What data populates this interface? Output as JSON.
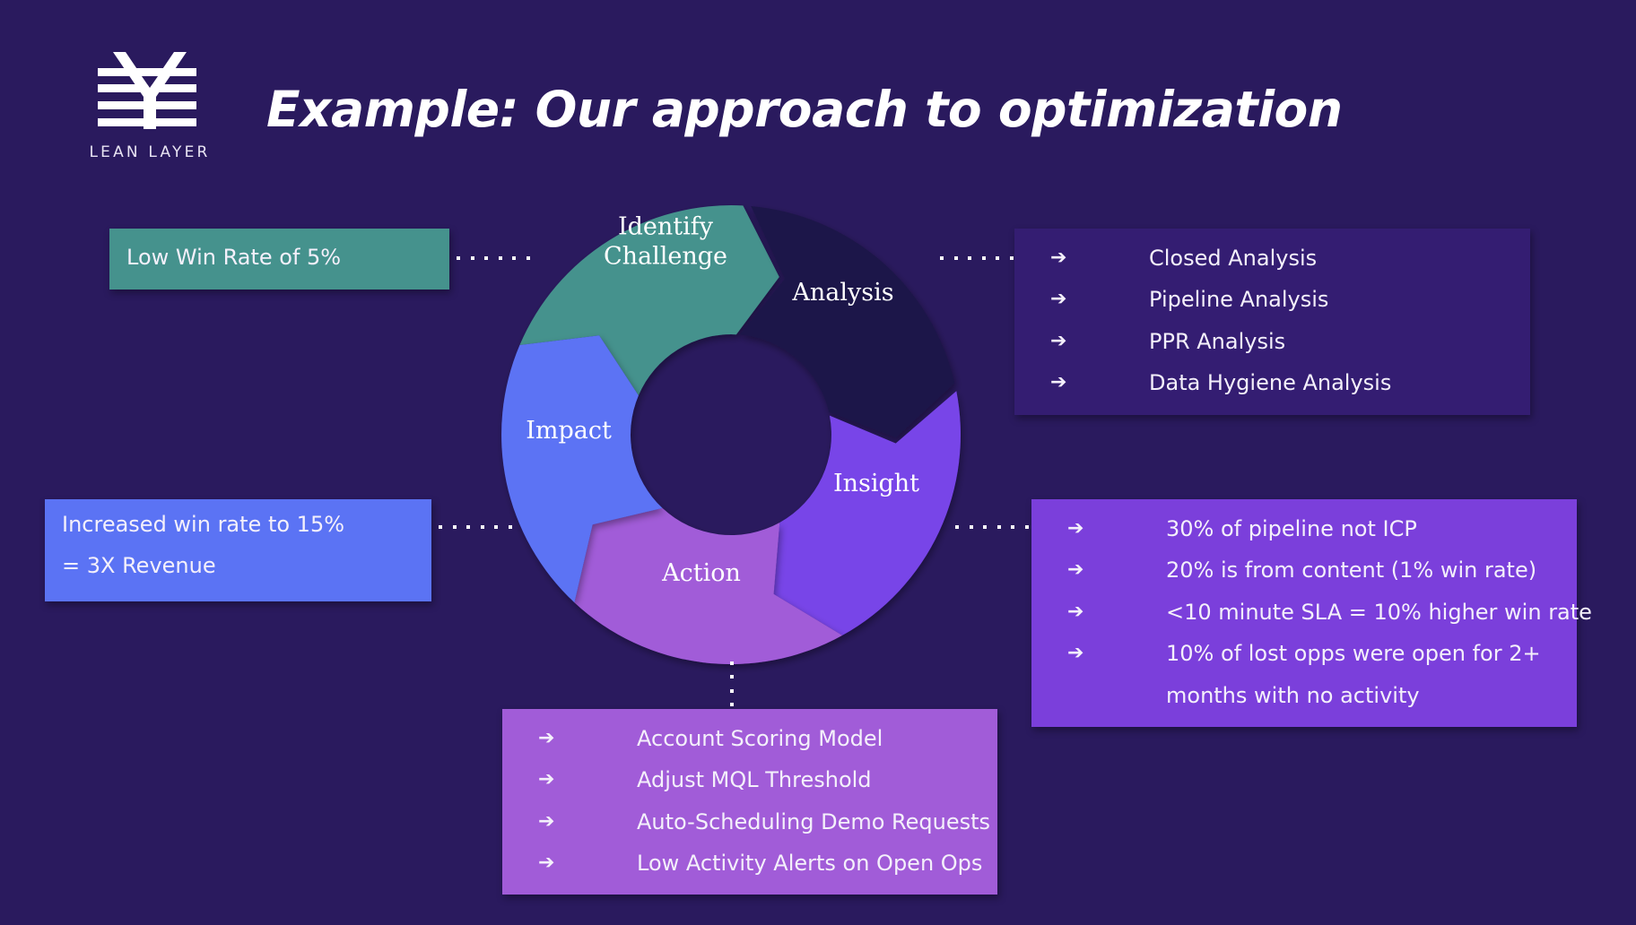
{
  "brand": {
    "logo_icon": "lean-layer-logo-icon",
    "name": "LEAN LAYER"
  },
  "title": "Example: Our approach to optimization",
  "colors": {
    "background": "#2a1a5e",
    "challenge": "#45928d",
    "analysis_segment": "#1e1648",
    "analysis_box": "#341d72",
    "insight_segment": "#7845e8",
    "insight_box": "#7b3fdb",
    "action": "#a15cd8",
    "impact": "#5b73f4"
  },
  "cycle": {
    "segments": [
      {
        "id": "challenge",
        "label_lines": [
          "Identify",
          "Challenge"
        ]
      },
      {
        "id": "analysis",
        "label_lines": [
          "Analysis"
        ]
      },
      {
        "id": "insight",
        "label_lines": [
          "Insight"
        ]
      },
      {
        "id": "action",
        "label_lines": [
          "Action"
        ]
      },
      {
        "id": "impact",
        "label_lines": [
          "Impact"
        ]
      }
    ]
  },
  "challenge_box": {
    "text": "Low Win Rate of 5%"
  },
  "impact_box": {
    "lines": [
      "Increased win rate to 15%",
      "= 3X Revenue"
    ]
  },
  "bullet_icon": "arrow-right-icon",
  "bullet_glyph": "➔",
  "analysis_box": {
    "items": [
      "Closed Analysis",
      "Pipeline Analysis",
      "PPR Analysis",
      "Data Hygiene Analysis"
    ]
  },
  "insight_box": {
    "items": [
      "30% of pipeline not ICP",
      "20% is from content (1% win rate)",
      "<10 minute SLA = 10% higher win rate",
      "10% of lost opps were open for 2+",
      "months with no activity"
    ],
    "item_has_bullet": [
      true,
      true,
      true,
      true,
      false
    ]
  },
  "action_box": {
    "items": [
      "Account Scoring Model",
      "Adjust MQL Threshold",
      "Auto-Scheduling Demo Requests",
      "Low Activity Alerts on Open Ops"
    ]
  }
}
